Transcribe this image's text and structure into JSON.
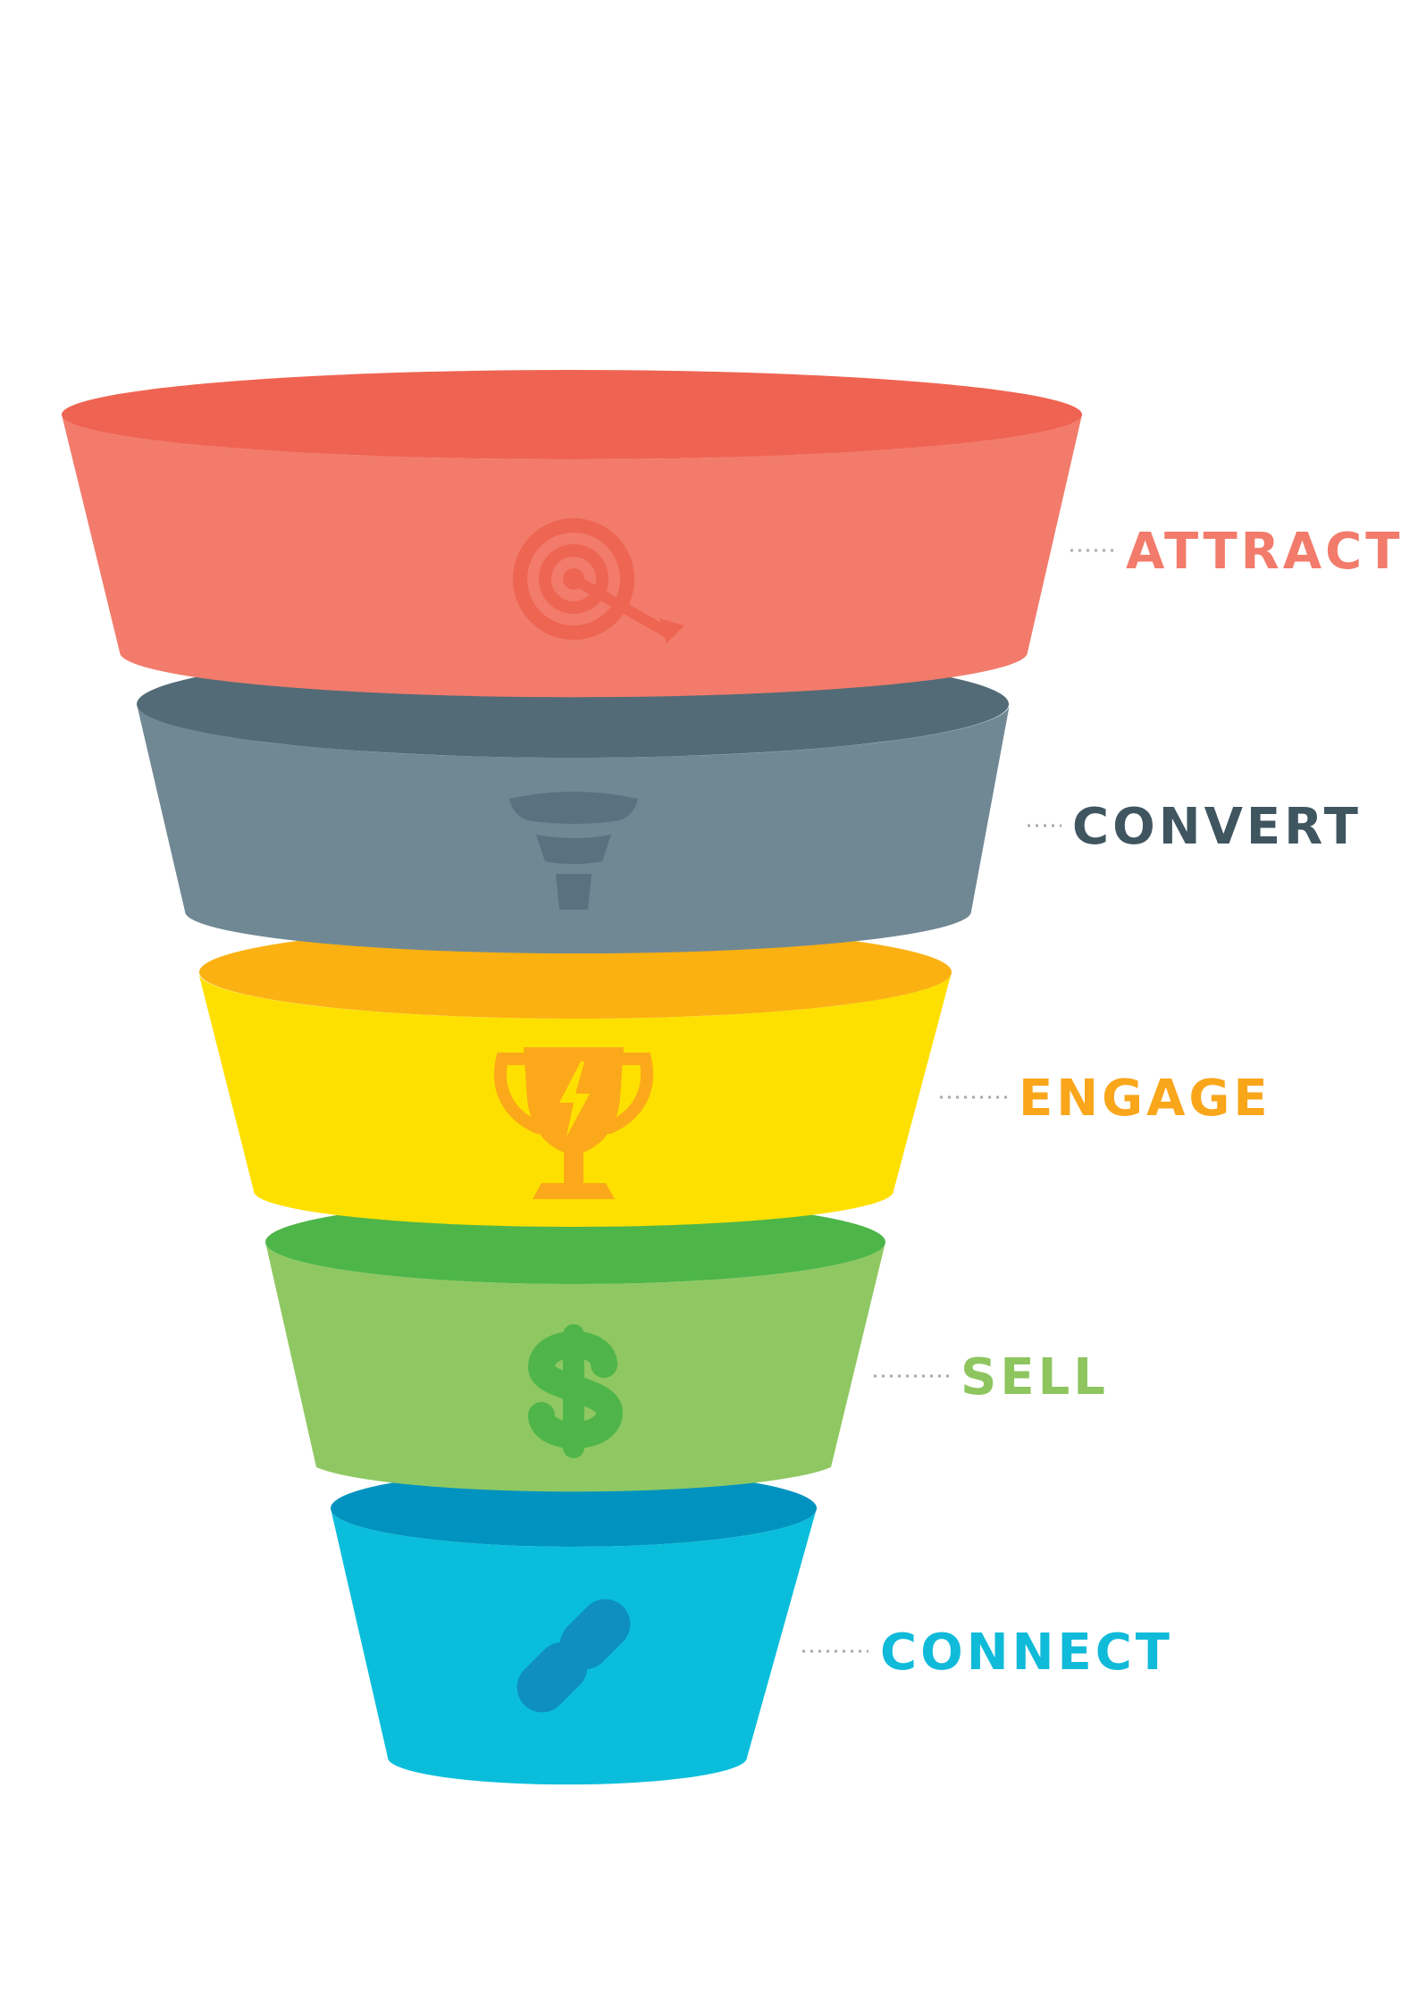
{
  "funnel": {
    "stages": [
      {
        "label": "ATTRACT",
        "icon": "target-icon",
        "rim_color": "#ef6352",
        "body_color": "#f27b6b",
        "icon_color": "#ee6552",
        "label_color": "#f27b6b"
      },
      {
        "label": "CONVERT",
        "icon": "funnel-icon",
        "rim_color": "#536b77",
        "body_color": "#708894",
        "icon_color": "#5a7180",
        "label_color": "#3f5560"
      },
      {
        "label": "ENGAGE",
        "icon": "trophy-icon",
        "rim_color": "#fbb112",
        "body_color": "#fde000",
        "icon_color": "#fba91a",
        "label_color": "#f9a61b"
      },
      {
        "label": "SELL",
        "icon": "dollar-icon",
        "rim_color": "#4eb549",
        "body_color": "#8fc862",
        "icon_color": "#4fb54a",
        "label_color": "#8ec55f"
      },
      {
        "label": "CONNECT",
        "icon": "link-icon",
        "rim_color": "#0093bf",
        "body_color": "#0abedb",
        "icon_color": "#0e8fc0",
        "label_color": "#10bad9"
      }
    ],
    "connector_color": "#a9a9a9"
  }
}
